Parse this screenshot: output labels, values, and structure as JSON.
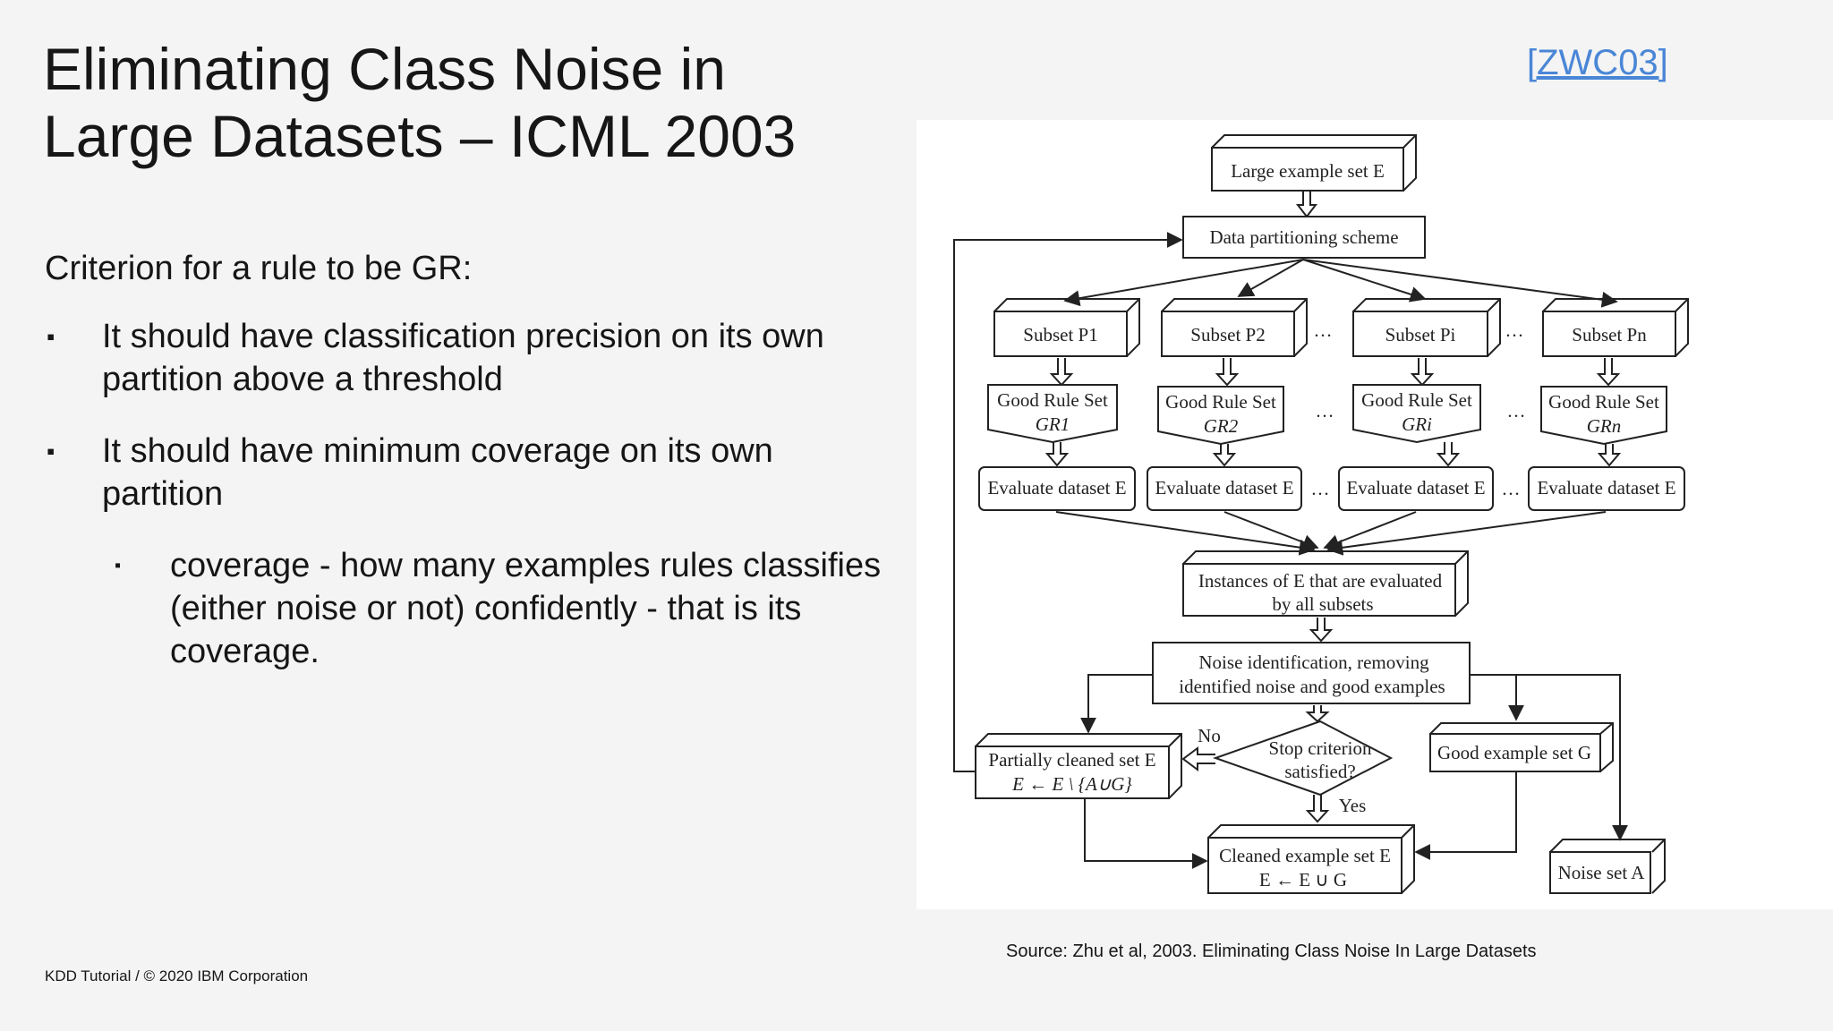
{
  "slide": {
    "title_line1": "Eliminating Class Noise in",
    "title_line2": "Large Datasets – ICML 2003",
    "ref_link": "[ZWC03] ",
    "criterion": "Criterion for a rule to be GR:",
    "bullets": [
      "It should have classification precision on its own partition above a threshold",
      "It should have minimum coverage on its own partition"
    ],
    "sub_bullet": "coverage - how many examples rules classifies (either noise or not) confidently - that is its coverage.",
    "bullet_mark": "▪",
    "source": "Source: Zhu et al, 2003. Eliminating Class Noise In Large Datasets",
    "footer": "KDD Tutorial / © 2020 IBM Corporation"
  },
  "diagram": {
    "large_set": "Large example set E",
    "partitioning": "Data partitioning scheme",
    "subsets": [
      "Subset P1",
      "Subset P2",
      "Subset Pi",
      "Subset Pn"
    ],
    "good_rule_set": "Good Rule Set",
    "gr_labels": [
      "GR1",
      "GR2",
      "GRi",
      "GRn"
    ],
    "evaluate": "Evaluate dataset E",
    "ellipsis": "…",
    "instances_line1": "Instances of E that are evaluated",
    "instances_line2": "by all subsets",
    "noise_id_line1": "Noise identification, removing",
    "noise_id_line2": "identified noise and good examples",
    "partially_line1": "Partially cleaned set E",
    "partially_line2": "E ← E \\ {A∪G}",
    "stop_line1": "Stop criterion",
    "stop_line2": "satisfied?",
    "no": "No",
    "yes": "Yes",
    "good_example": "Good example set G",
    "cleaned_line1": "Cleaned example set E",
    "cleaned_line2": "E ← E ∪ G",
    "noise_set": "Noise set A"
  },
  "colors": {
    "background": "#f4f4f4",
    "link": "#4a86d6",
    "diagram_bg": "#ffffff",
    "stroke": "#222222"
  }
}
